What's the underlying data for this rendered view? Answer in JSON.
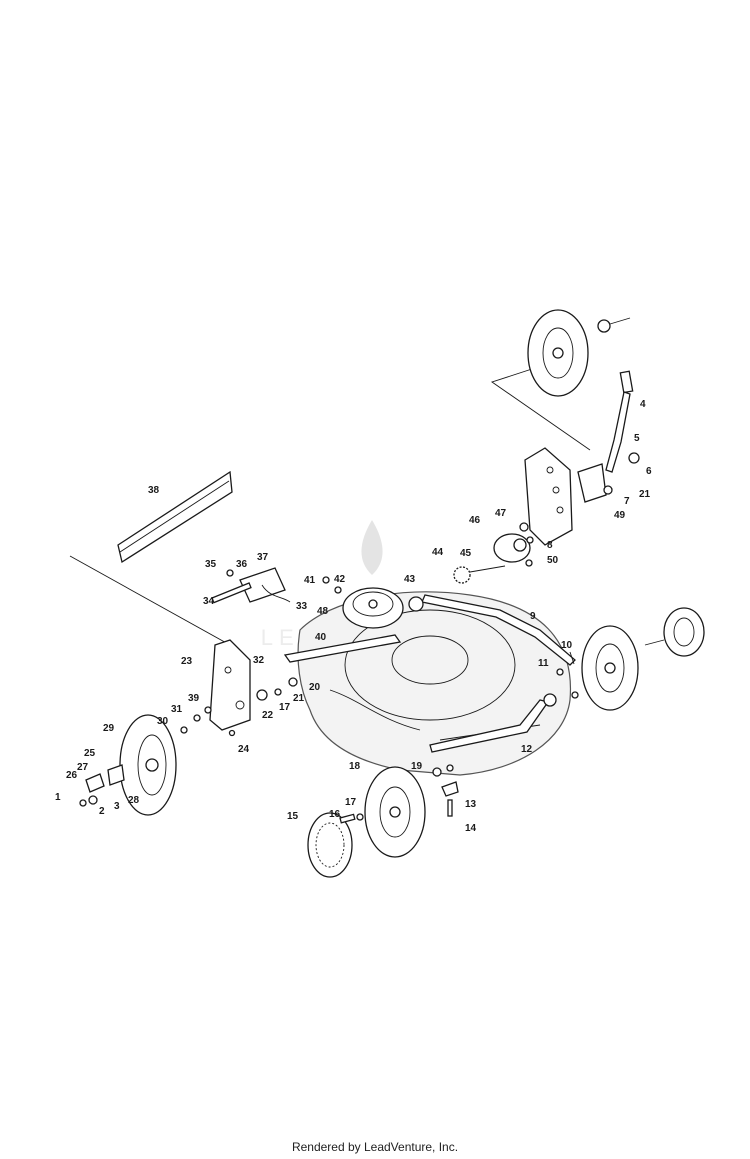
{
  "footer_text": "Rendered by LeadVenture, Inc.",
  "watermark_text": "LEADVENTURE",
  "callouts": [
    "1",
    "2",
    "3",
    "4",
    "5",
    "6",
    "7",
    "8",
    "9",
    "10",
    "11",
    "12",
    "13",
    "14",
    "15",
    "16",
    "17",
    "17",
    "18",
    "19",
    "20",
    "21",
    "21",
    "22",
    "23",
    "24",
    "25",
    "26",
    "27",
    "28",
    "29",
    "30",
    "31",
    "32",
    "33",
    "34",
    "35",
    "36",
    "37",
    "38",
    "39",
    "40",
    "41",
    "42",
    "43",
    "44",
    "45",
    "46",
    "47",
    "48",
    "49",
    "50"
  ]
}
